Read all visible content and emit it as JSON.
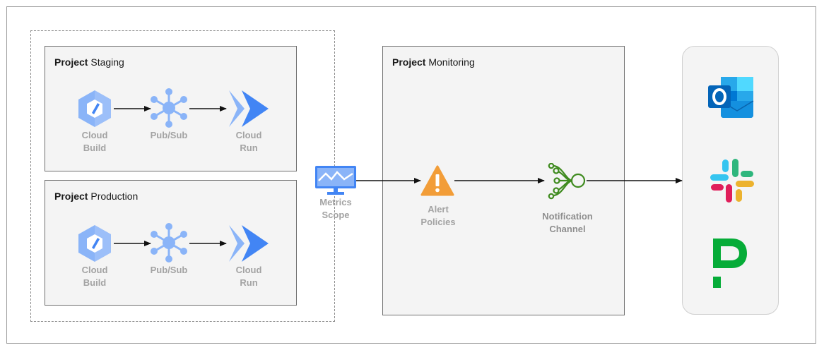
{
  "staging": {
    "title_bold": "Project",
    "title_rest": "Staging",
    "cloud_build": "Cloud\nBuild",
    "pubsub": "Pub/Sub",
    "cloud_run": "Cloud\nRun"
  },
  "production": {
    "title_bold": "Project",
    "title_rest": "Production",
    "cloud_build": "Cloud\nBuild",
    "pubsub": "Pub/Sub",
    "cloud_run": "Cloud\nRun"
  },
  "metrics_scope": "Metrics\nScope",
  "monitoring": {
    "title_bold": "Project",
    "title_rest": "Monitoring",
    "alert_policies": "Alert\nPolicies",
    "notification_channel": "Notification\nChannel"
  },
  "destinations": [
    "outlook-icon",
    "slack-icon",
    "pagerduty-icon"
  ],
  "colors": {
    "gcp_blue": "#8ab4f8",
    "gcp_blue_dark": "#4285f4",
    "alert_orange": "#f29d38",
    "notification_green": "#3f8b1f",
    "pagerduty_green": "#06ac38"
  }
}
